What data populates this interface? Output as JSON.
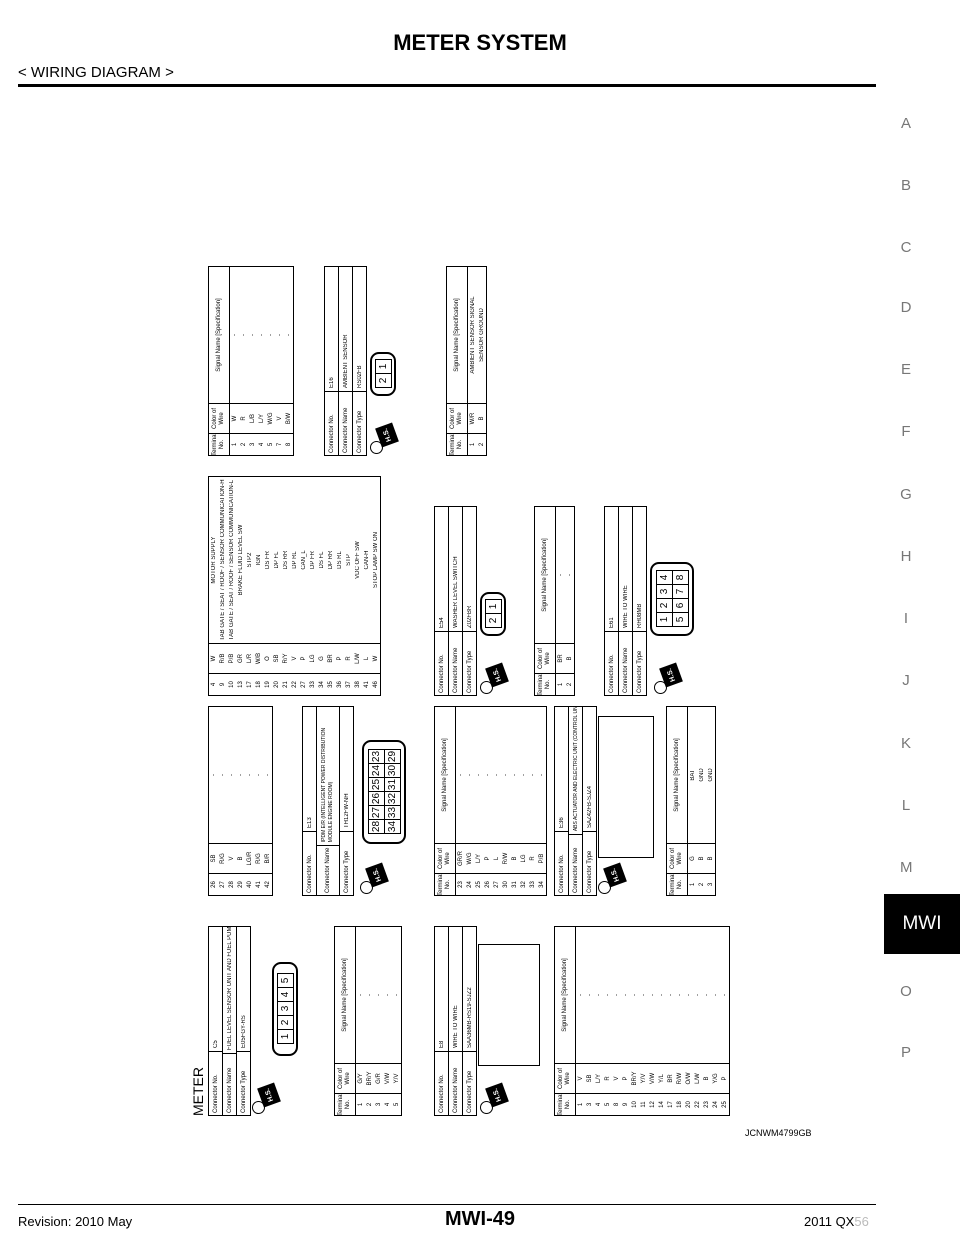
{
  "header": {
    "title": "METER SYSTEM",
    "subtitle": "< WIRING DIAGRAM >"
  },
  "side_index": [
    "A",
    "B",
    "C",
    "D",
    "E",
    "F",
    "G",
    "H",
    "I",
    "J",
    "K",
    "L",
    "M",
    "MWI",
    "O",
    "P"
  ],
  "active_tab": "MWI",
  "diagram_code": "JCNWM4799GB",
  "footer": {
    "revision": "Revision: 2010 May",
    "page": "MWI-49",
    "model_prefix": "2011 QX",
    "model_suffix": "56"
  },
  "labels": {
    "conn_no": "Connector No.",
    "conn_name": "Connector Name",
    "conn_type": "Connector Type",
    "terminal_no": "Terminal No.",
    "color_of_wire": "Color of Wire",
    "signal_name": "Signal Name [Specification]",
    "hs": "H.S."
  },
  "meter_title": "METER",
  "connectors": {
    "c5": {
      "no": "C5",
      "name": "FUEL LEVEL SENSOR UNIT AND FUEL PUMP",
      "type": "E05FGY-RS",
      "rows": [
        [
          "1",
          "G/Y",
          "-"
        ],
        [
          "2",
          "BR/Y",
          "-"
        ],
        [
          "3",
          "G/R",
          "-"
        ],
        [
          "4",
          "V/W",
          "-"
        ],
        [
          "5",
          "Y/V",
          "-"
        ]
      ],
      "cont": [
        [
          "26",
          "SB",
          "-"
        ],
        [
          "27",
          "R/G",
          "-"
        ],
        [
          "28",
          "V",
          "-"
        ],
        [
          "29",
          "B",
          "-"
        ],
        [
          "40",
          "LG/R",
          "-"
        ],
        [
          "41",
          "R/G",
          "-"
        ],
        [
          "42",
          "B/R",
          "-"
        ]
      ]
    },
    "e13": {
      "no": "E13",
      "name": "IPDM E/R (INTELLIGENT POWER DISTRIBUTION MODULE ENGINE ROOM)",
      "type": "TH12FW-NH",
      "rows": [
        [
          "4",
          "W",
          "MOTOR SUPPLY"
        ],
        [
          "9",
          "R/B",
          "TAB GATE / SEAT / ROOF / SENSOR COMMUNICATION-H"
        ],
        [
          "10",
          "P/B",
          "TAB GATE / SEAT / ROOF / SENSOR COMMUNICATION-L"
        ],
        [
          "13",
          "GR",
          "BRAKE FLUID LEVEL SW"
        ],
        [
          "17",
          "L/R",
          "STP2"
        ],
        [
          "18",
          "W/B",
          "IGN"
        ],
        [
          "19",
          "O",
          "DS FR"
        ],
        [
          "20",
          "SB",
          "DP FL"
        ],
        [
          "21",
          "R/Y",
          "DS RR"
        ],
        [
          "22",
          "V",
          "DP RL"
        ],
        [
          "27",
          "P",
          "CAN_L"
        ],
        [
          "33",
          "LG",
          "DP FR"
        ],
        [
          "34",
          "G",
          "DS FL"
        ],
        [
          "35",
          "BR",
          "DP RR"
        ],
        [
          "36",
          "P",
          "DS RL"
        ],
        [
          "37",
          "R",
          "STP"
        ],
        [
          "38",
          "L/W",
          "VDC OFF SW"
        ],
        [
          "41",
          "L",
          "CAN-H"
        ],
        [
          "46",
          "W",
          "STOP LAMP SW ON"
        ]
      ]
    },
    "e16": {
      "no": "E16",
      "name": "AMBIENT SENSOR",
      "type": "RS02FB",
      "rows": [
        [
          "1",
          "W/R",
          "AMBIENT SENSOR SIGNAL"
        ],
        [
          "2",
          "B",
          "SENSOR GROUND"
        ]
      ],
      "top_rows": [
        [
          "1",
          "W",
          "-"
        ],
        [
          "2",
          "R",
          "-"
        ],
        [
          "3",
          "L/B",
          "-"
        ],
        [
          "4",
          "L/Y",
          "-"
        ],
        [
          "5",
          "W/G",
          "-"
        ],
        [
          "7",
          "V",
          "-"
        ],
        [
          "8",
          "B/W",
          "-"
        ]
      ]
    },
    "e8": {
      "no": "E8",
      "name": "WIRE TO WIRE",
      "type": "SAA36MB-RS19-SJZ2",
      "rows": [
        [
          "1",
          "V",
          "-"
        ],
        [
          "3",
          "SB",
          "-"
        ],
        [
          "4",
          "L/Y",
          "-"
        ],
        [
          "5",
          "R",
          "-"
        ],
        [
          "8",
          "V",
          "-"
        ],
        [
          "9",
          "P",
          "-"
        ],
        [
          "10",
          "BR/Y",
          "-"
        ],
        [
          "11",
          "Y/V",
          "-"
        ],
        [
          "12",
          "V/W",
          "-"
        ],
        [
          "14",
          "Y/L",
          "-"
        ],
        [
          "17",
          "BR",
          "-"
        ],
        [
          "18",
          "R/W",
          "-"
        ],
        [
          "20",
          "O/W",
          "-"
        ],
        [
          "22",
          "L/W",
          "-"
        ],
        [
          "23",
          "B",
          "-"
        ],
        [
          "24",
          "Y/G",
          "-"
        ],
        [
          "25",
          "P",
          "-"
        ]
      ]
    },
    "e10": {
      "rows": [
        [
          "23",
          "GR/R",
          "-"
        ],
        [
          "24",
          "W/G",
          "-"
        ],
        [
          "25",
          "L/Y",
          "-"
        ],
        [
          "26",
          "P",
          "-"
        ],
        [
          "27",
          "L",
          "-"
        ],
        [
          "30",
          "R/W",
          "-"
        ],
        [
          "31",
          "B",
          "-"
        ],
        [
          "32",
          "LG",
          "-"
        ],
        [
          "33",
          "R",
          "-"
        ],
        [
          "34",
          "P/B",
          "-"
        ]
      ]
    },
    "e36": {
      "no": "E36",
      "name": "ABS ACTUATOR AND ELECTRIC UNIT (CONTROL UNIT)",
      "type": "SAZ42FB-SJZ4",
      "rows": [
        [
          "1",
          "G",
          "BAT"
        ],
        [
          "2",
          "B",
          "GND"
        ],
        [
          "3",
          "B",
          "GND"
        ]
      ]
    },
    "e54": {
      "no": "E54",
      "name": "WASHER LEVEL SWITCH",
      "type": "Z02FBR",
      "rows": [
        [
          "1",
          "BR",
          "-"
        ],
        [
          "2",
          "B",
          "-"
        ]
      ]
    },
    "e61": {
      "no": "E61",
      "name": "WIRE TO WIRE",
      "type": "RH08MB"
    }
  },
  "connector_faces": {
    "c5": [
      "1",
      "2",
      "3",
      "4",
      "5"
    ],
    "e13_top": [
      "28",
      "27",
      "26",
      "25",
      "24",
      "23"
    ],
    "e13_bot": [
      "34",
      "33",
      "32",
      "31",
      "30",
      "29"
    ],
    "e54": [
      "2",
      "1"
    ],
    "e16": [
      "2",
      "1"
    ],
    "e61_top": [
      "1",
      "2",
      "3",
      "4"
    ],
    "e61_bot": [
      "5",
      "6",
      "7",
      "8"
    ]
  }
}
